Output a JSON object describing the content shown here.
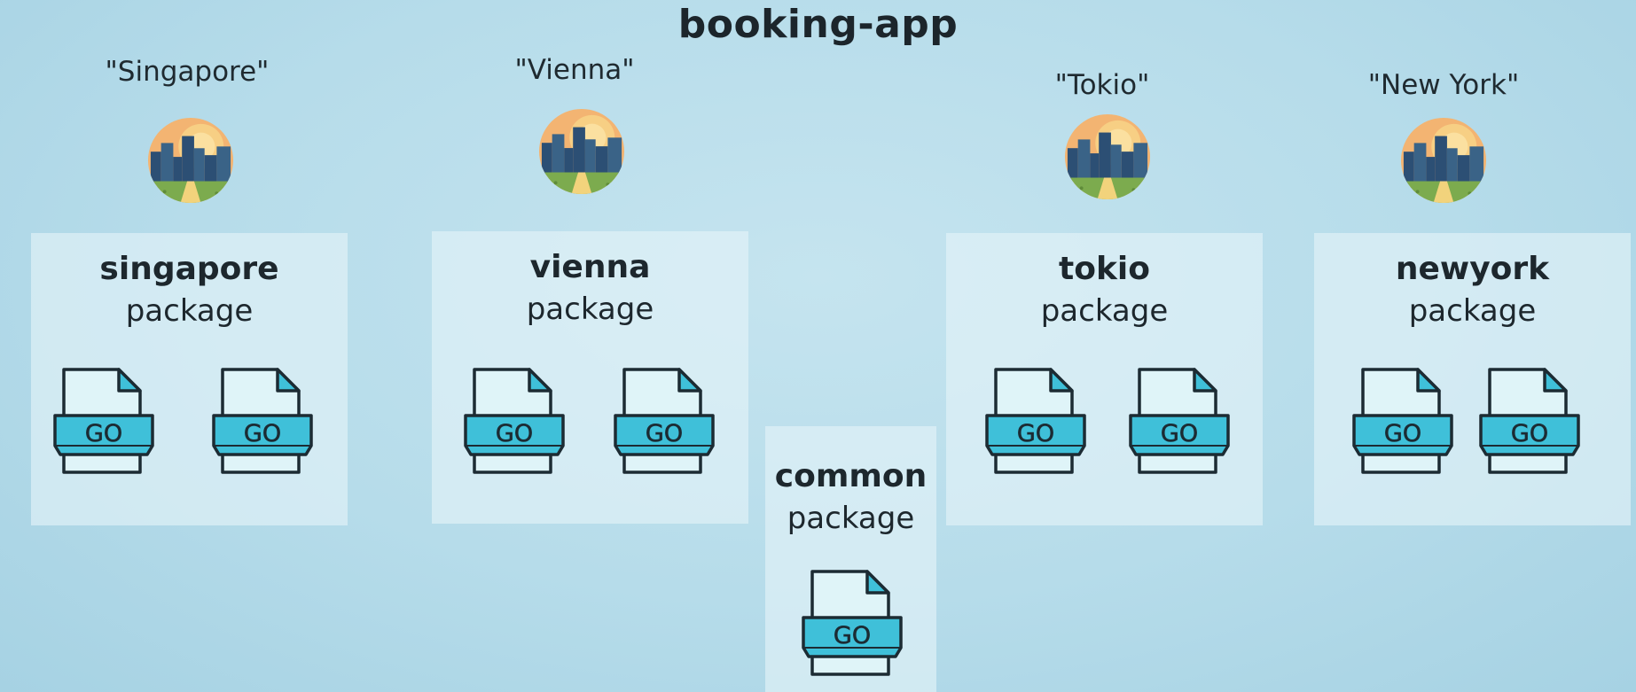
{
  "title": "booking-app",
  "cities": [
    {
      "label": "\"Singapore\"",
      "icon": "city-skyline-icon"
    },
    {
      "label": "\"Vienna\"",
      "icon": "city-skyline-icon"
    },
    {
      "label": "\"Tokio\"",
      "icon": "city-skyline-icon"
    },
    {
      "label": "\"New York\"",
      "icon": "city-skyline-icon"
    }
  ],
  "packages": [
    {
      "name": "singapore",
      "sub": "package"
    },
    {
      "name": "vienna",
      "sub": "package"
    },
    {
      "name": "tokio",
      "sub": "package"
    },
    {
      "name": "newyork",
      "sub": "package"
    },
    {
      "name": "common",
      "sub": "package"
    }
  ],
  "file_label": "GO",
  "colors": {
    "background": "#b6dcea",
    "package_box": "#dcf0f6",
    "go_band": "#3fc0d9",
    "file_body": "#dff4f8",
    "outline": "#1c2b33"
  }
}
